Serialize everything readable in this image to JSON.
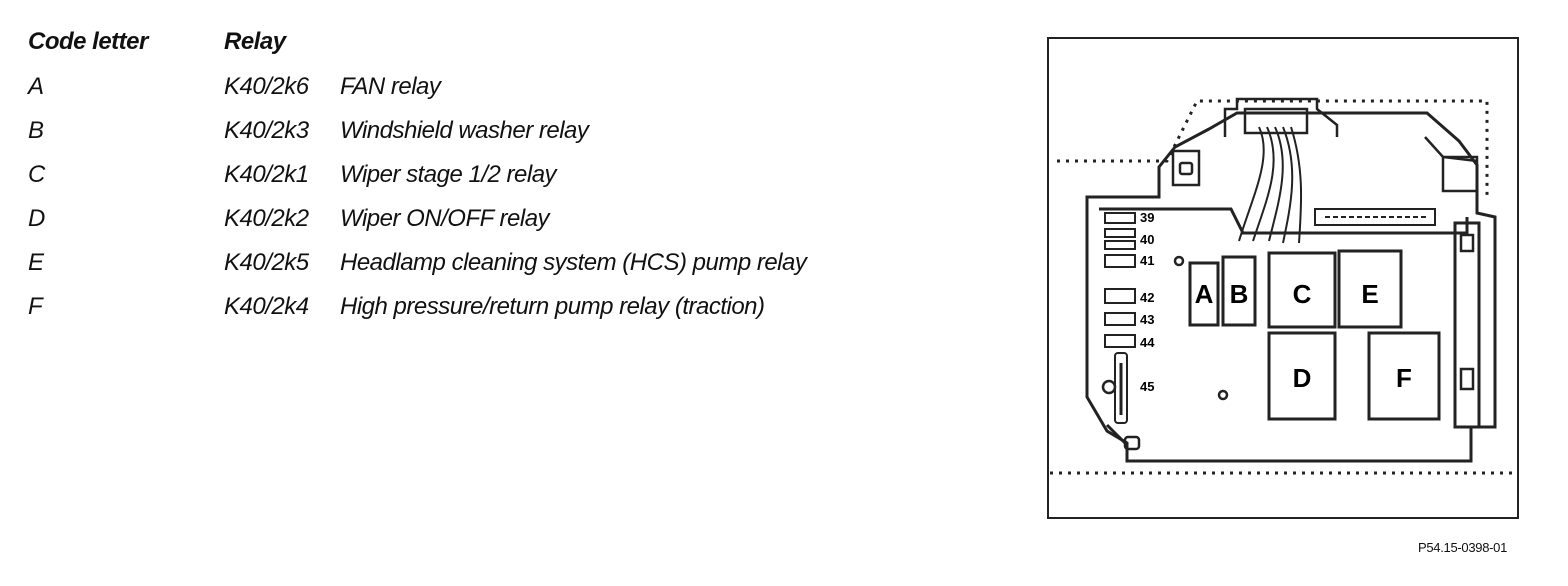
{
  "table": {
    "header_code": "Code letter",
    "header_relay": "Relay",
    "rows": [
      {
        "code": "A",
        "component": "K40/2k6",
        "description": "FAN relay"
      },
      {
        "code": "B",
        "component": "K40/2k3",
        "description": "Windshield washer relay"
      },
      {
        "code": "C",
        "component": "K40/2k1",
        "description": "Wiper stage 1/2 relay"
      },
      {
        "code": "D",
        "component": "K40/2k2",
        "description": "Wiper ON/OFF relay"
      },
      {
        "code": "E",
        "component": "K40/2k5",
        "description": "Headlamp cleaning system (HCS) pump relay"
      },
      {
        "code": "F",
        "component": "K40/2k4",
        "description": "High pressure/return pump relay (traction)"
      }
    ]
  },
  "diagram": {
    "relays": [
      "A",
      "B",
      "C",
      "D",
      "E",
      "F"
    ],
    "fuses": [
      "39",
      "40",
      "41",
      "42",
      "43",
      "44",
      "45"
    ],
    "figure_id": "P54.15-0398-01"
  }
}
